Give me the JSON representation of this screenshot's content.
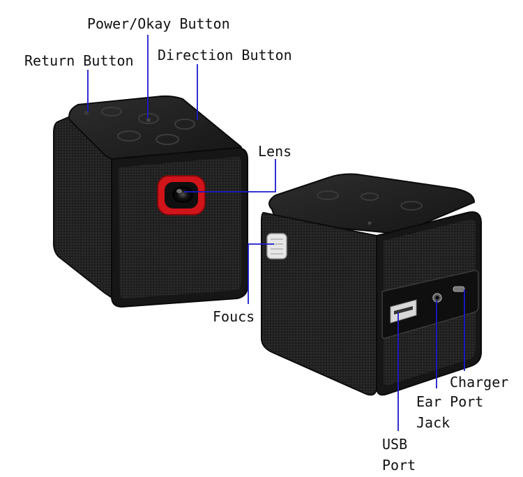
{
  "labels": {
    "power_okay": "Power/Okay Button",
    "return": "Return Button",
    "direction": "Direction Button",
    "lens": "Lens",
    "focus": "Foucs",
    "charger": "Charger",
    "ear_port_line1": "Ear Port",
    "ear_port_line2": "Jack",
    "usb_line1": "USB",
    "usb_line2": "Port"
  },
  "colors": {
    "leader_line": "#1a1acc",
    "cube_body": "#1c1c1c",
    "grille": "#2a2a2a",
    "lens_ring": "#d0141a",
    "background": "#ffffff"
  }
}
